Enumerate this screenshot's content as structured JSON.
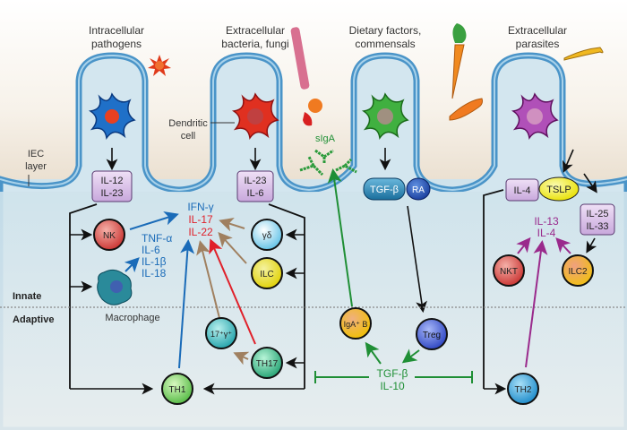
{
  "sites": [
    {
      "label1": "Intracellular",
      "label2": "pathogens"
    },
    {
      "label1": "Extracellular",
      "label2": "bacteria, fungi"
    },
    {
      "label1": "Dietary factors,",
      "label2": "commensals"
    },
    {
      "label1": "Extracellular",
      "label2": "parasites"
    }
  ],
  "labels": {
    "iec1": "IEC",
    "iec2": "layer",
    "dc1": "Dendritic",
    "dc2": "cell",
    "siga": "sIgA",
    "innate": "Innate",
    "adaptive": "Adaptive",
    "macrophage": "Macrophage"
  },
  "boxes": {
    "il12_23": [
      "IL-12",
      "IL-23"
    ],
    "il23_6": [
      "IL-23",
      "IL-6"
    ],
    "tgfb": "TGF-β",
    "ra": "RA",
    "il4": "IL-4",
    "tslp": "TSLP",
    "il25_33": [
      "IL-25",
      "IL-33"
    ]
  },
  "cytokines": {
    "ifng": "IFN-γ",
    "il17": "IL-17",
    "il22": "IL-22",
    "macro": [
      "TNF-α",
      "IL-6",
      "IL-1β",
      "IL-18"
    ],
    "th2": [
      "IL-13",
      "IL-4"
    ],
    "reg": [
      "TGF-β",
      "IL-10"
    ]
  },
  "cells": {
    "nk": "NK",
    "gd": "γδ",
    "ilc": "ILC",
    "c17g": "17⁺γ⁺",
    "th17": "TH17",
    "th1": "TH1",
    "iga": "IgA⁺ B",
    "treg": "Treg",
    "nkt": "NKT",
    "ilc2": "ILC2",
    "th2": "TH2"
  },
  "colors": {
    "blue": "#1a6bb8",
    "red": "#e0202a",
    "green": "#1f8f35",
    "purple": "#9a2a8c",
    "brown": "#a08060",
    "epithelium": "#5aa0d0",
    "lumen": "#f3ece0",
    "tissue": "#d8e8ee"
  }
}
